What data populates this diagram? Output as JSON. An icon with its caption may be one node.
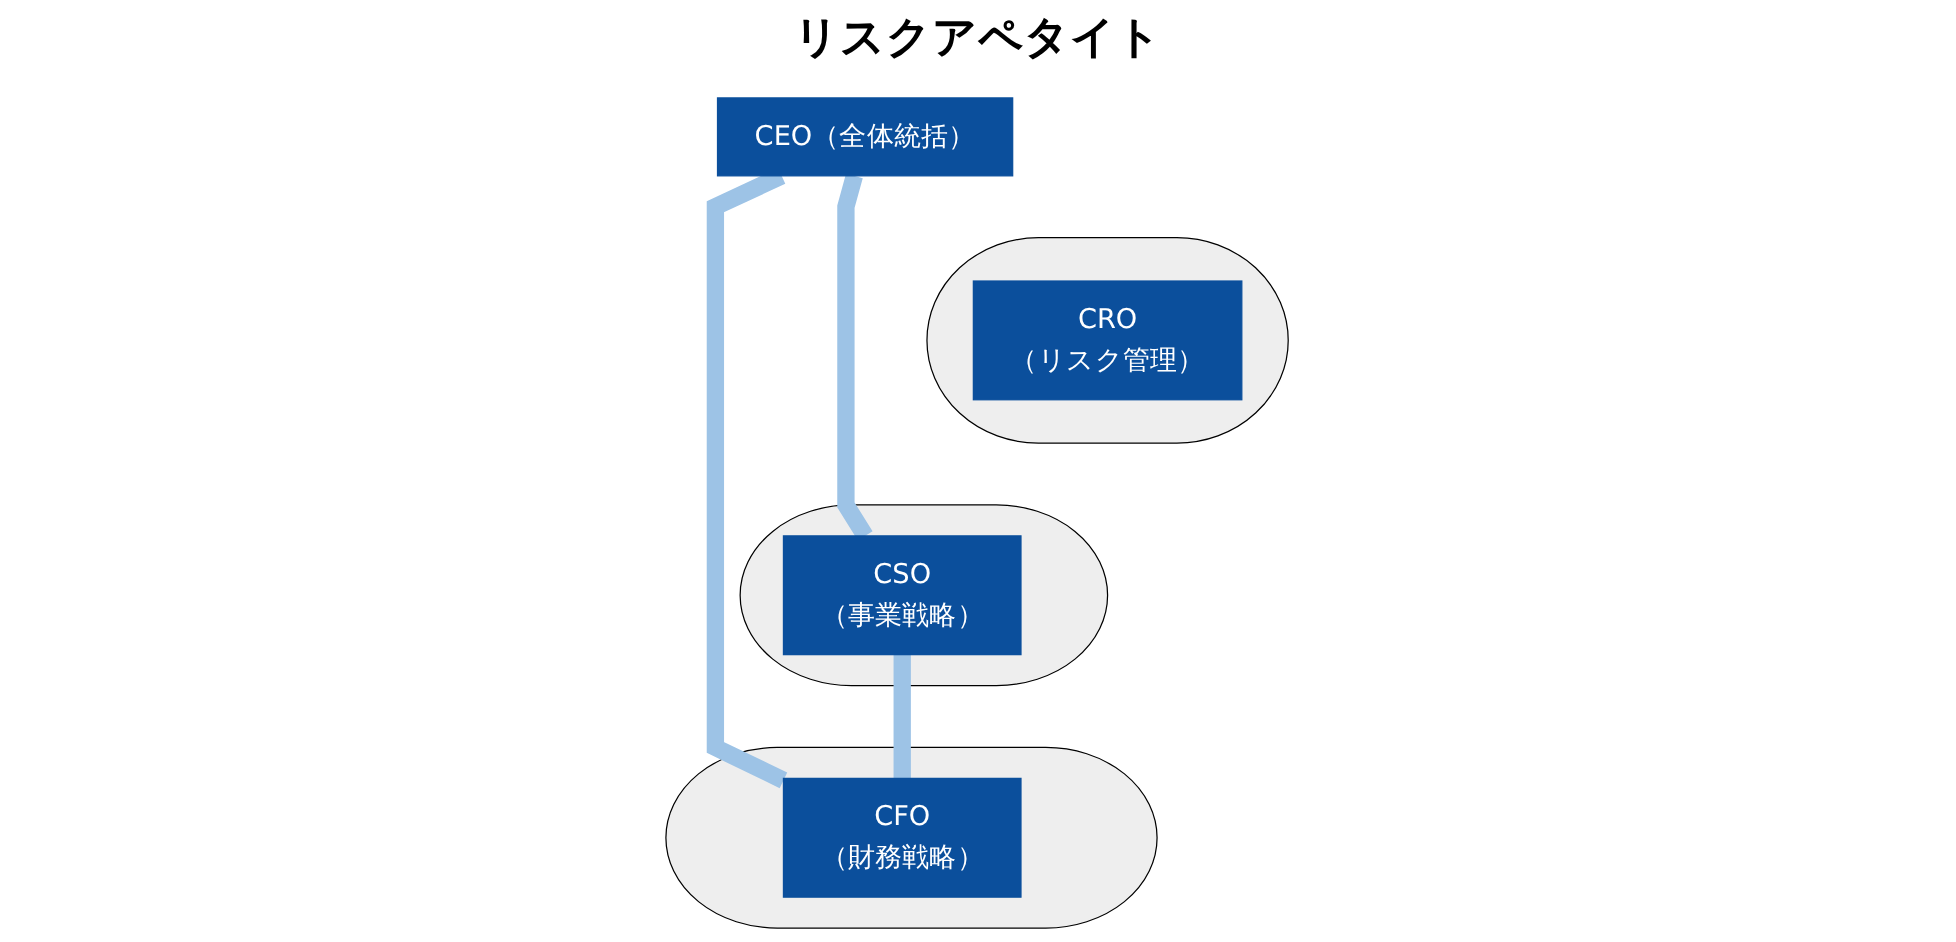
{
  "diagram": {
    "nodes": [
      {
        "text": [
          "CEO（全体統括）"
        ]
      },
      {
        "text": [],
        "shape": "ellipse"
      },
      {
        "text": [
          "CRO",
          "（リスク管理）"
        ],
        "in": 1
      },
      {
        "text": [],
        "shape": "ellipse"
      },
      {
        "text": [
          "CSO",
          "（事業戦略）"
        ],
        "in": 3
      },
      {
        "text": [],
        "shape": "ellipse"
      },
      {
        "text": [
          "CFO",
          "（財務戦略）"
        ],
        "in": 5
      }
    ],
    "edges": [
      {
        "from": 0,
        "to": 4,
        "arrow": "none"
      },
      {
        "from": 0,
        "to": 6,
        "arrow": "none"
      },
      {
        "from": 4,
        "to": 6,
        "arrow": "none"
      }
    ],
    "labels": [
      "リスクアペタイト"
    ]
  }
}
